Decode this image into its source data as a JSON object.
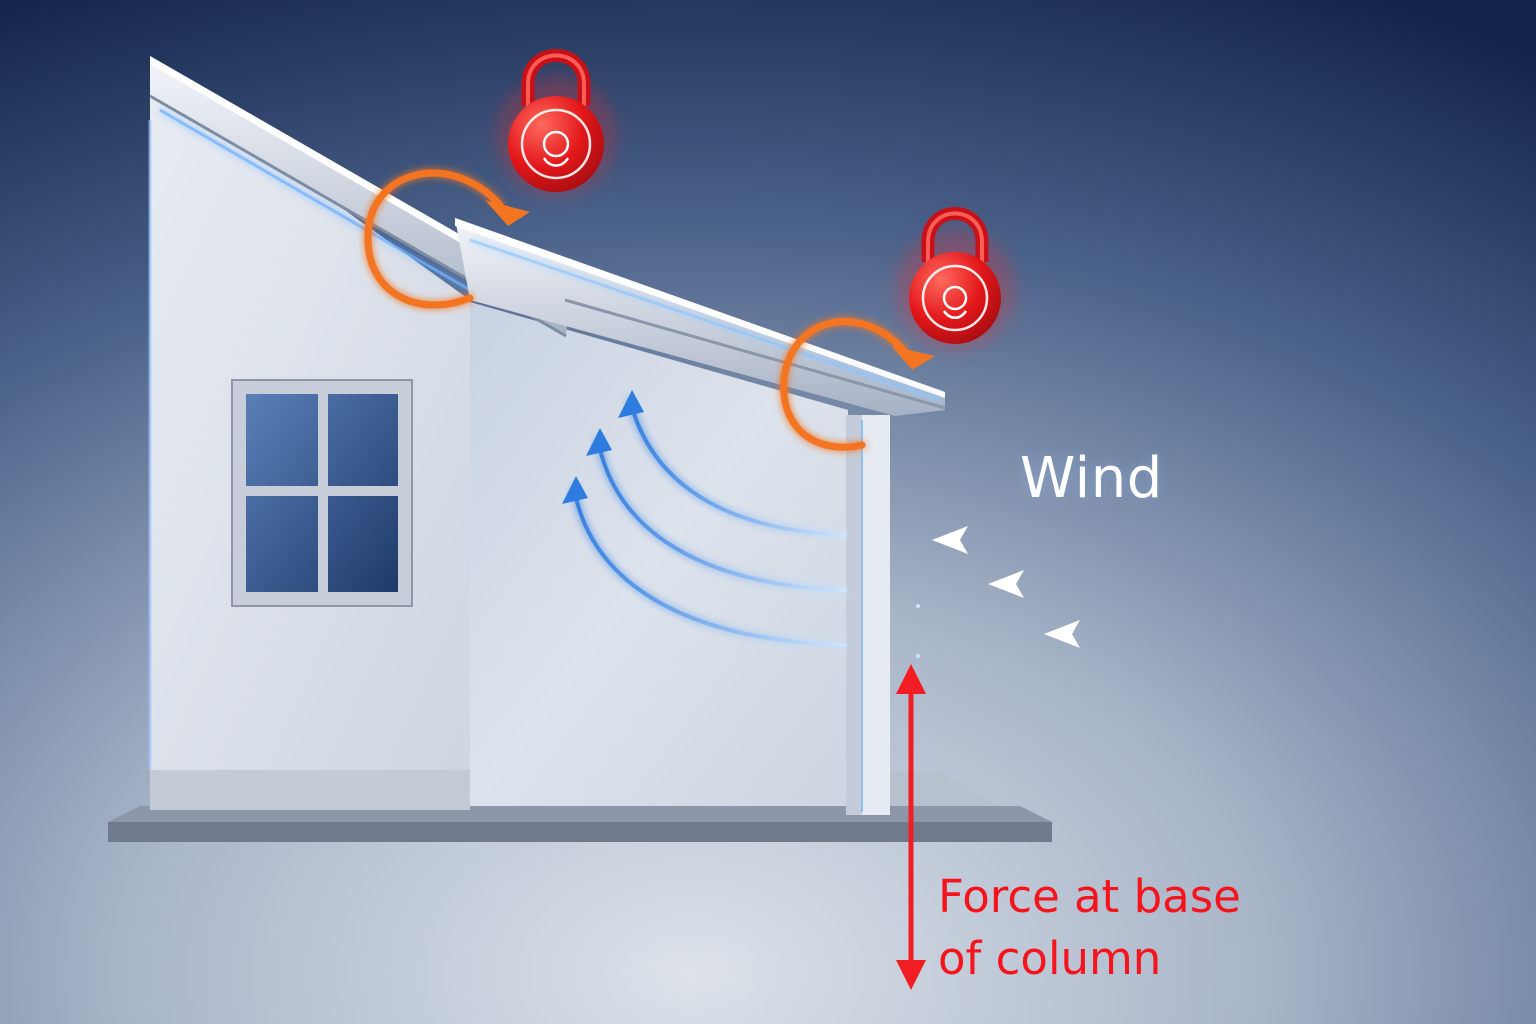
{
  "labels": {
    "wind": "Wind",
    "force_line1": "Force at base",
    "force_line2": "of column"
  },
  "icons": {
    "lock": "padlock-icon",
    "rotation": "rotation-arrow-icon",
    "wind": "wind-arrow-icon",
    "force": "double-headed-arrow-icon"
  },
  "colors": {
    "background_top": "#0f1f3f",
    "background_bottom": "#d6dce6",
    "lock_red": "#e6171b",
    "rotation_orange": "#f37521",
    "wind_blue": "#3d8ff0",
    "force_red": "#f21d22",
    "wall_white": "#eef1f6"
  }
}
